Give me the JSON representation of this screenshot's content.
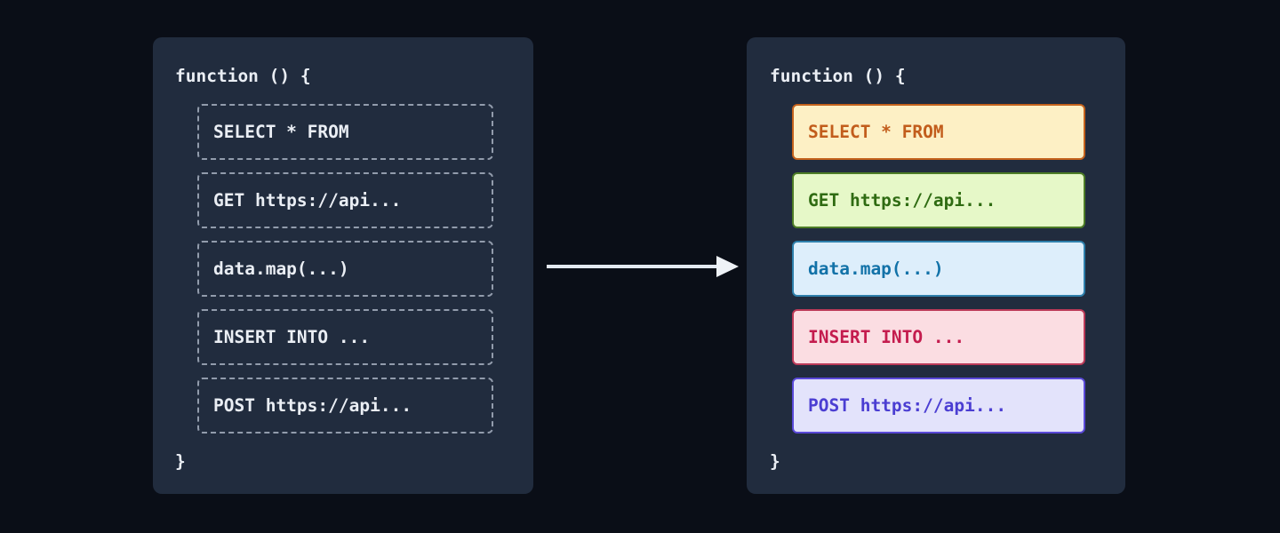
{
  "colors": {
    "background": "#0a0e17",
    "panel": "#212c3e",
    "panel_text": "#eaeef4",
    "dashed_border": "#929cac",
    "arrow": "#e2e8f0"
  },
  "before_panel": {
    "header": "function () {",
    "footer": "}",
    "items": [
      {
        "label": "SELECT * FROM"
      },
      {
        "label": "GET https://api..."
      },
      {
        "label": "data.map(...)"
      },
      {
        "label": "INSERT INTO ..."
      },
      {
        "label": "POST https://api..."
      }
    ]
  },
  "after_panel": {
    "header": "function () {",
    "footer": "}",
    "items": [
      {
        "label": "SELECT * FROM",
        "bg": "#fdf0c5",
        "border": "#c4621c",
        "text": "#c25d1c"
      },
      {
        "label": "GET https://api...",
        "bg": "#e6f8c8",
        "border": "#4d7d26",
        "text": "#2f6b12"
      },
      {
        "label": "data.map(...)",
        "bg": "#ddeefb",
        "border": "#2e7fab",
        "text": "#1272a8"
      },
      {
        "label": "INSERT INTO ...",
        "bg": "#fbdde2",
        "border": "#bb3a58",
        "text": "#c41c4e"
      },
      {
        "label": "POST https://api...",
        "bg": "#e3e3fb",
        "border": "#5a49d8",
        "text": "#4b3ed2"
      }
    ]
  }
}
